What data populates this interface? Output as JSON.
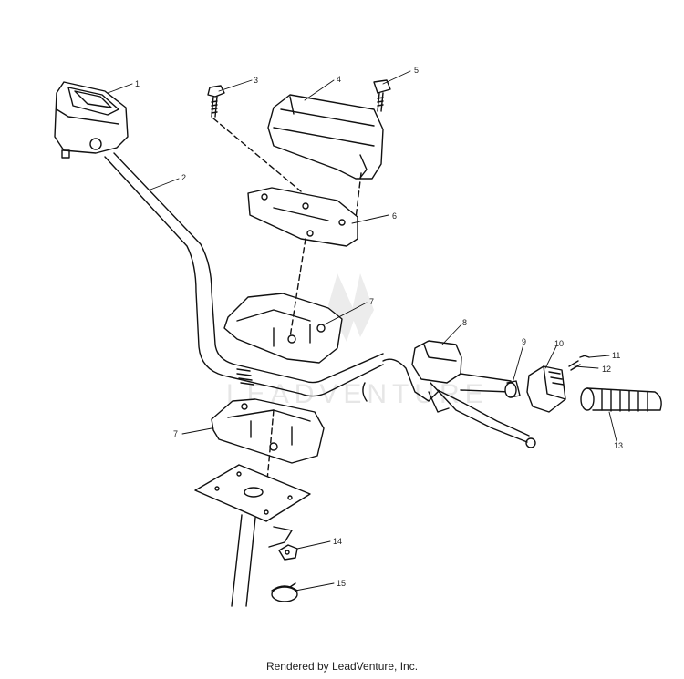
{
  "diagram": {
    "callouts": [
      "1",
      "2",
      "3",
      "4",
      "5",
      "6",
      "7",
      "7",
      "8",
      "9",
      "10",
      "11",
      "12",
      "13",
      "14",
      "15"
    ],
    "watermark": "LEADVENTURE"
  },
  "footer": {
    "credit": "Rendered by LeadVenture, Inc."
  },
  "colors": {
    "line": "#111111",
    "watermark": "#e6e6e6"
  }
}
